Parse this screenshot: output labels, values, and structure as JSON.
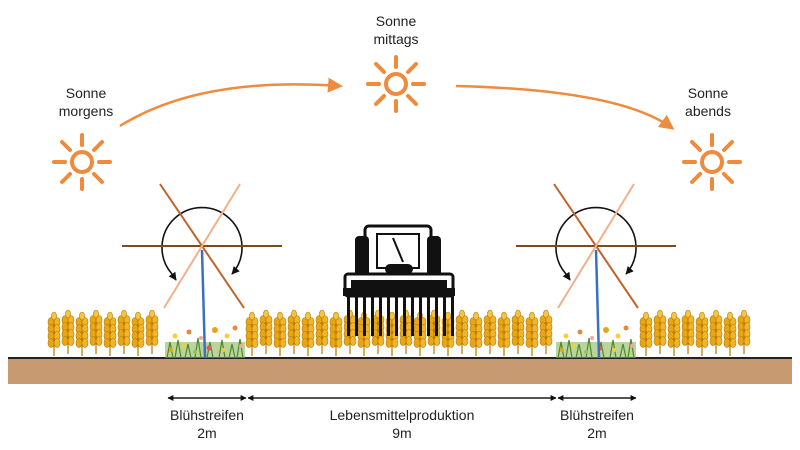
{
  "suns": [
    {
      "line1": "Sonne",
      "line2": "morgens"
    },
    {
      "line1": "Sonne",
      "line2": "mittags"
    },
    {
      "line1": "Sonne",
      "line2": "abends"
    }
  ],
  "zones": [
    {
      "name": "Blühstreifen",
      "width": "2m"
    },
    {
      "name": "Lebensmittelproduktion",
      "width": "9m"
    },
    {
      "name": "Blühstreifen",
      "width": "2m"
    }
  ],
  "colors": {
    "sun": "#F08A3C",
    "soil": "#C89A72",
    "soil_line": "#222222",
    "wheat": "#E8A615",
    "wheat_dark": "#B57800",
    "grass": "#6BA43A",
    "panel_pole": "#3B6FC4",
    "panel_morning": "#C0622A",
    "panel_noon": "#7A4A20",
    "panel_evening": "#F2B08A"
  },
  "icons": [
    "sun-icon",
    "tractor-icon",
    "wheat-icon",
    "flower-strip-icon",
    "solar-tracker-icon",
    "rotation-arrow-icon"
  ]
}
